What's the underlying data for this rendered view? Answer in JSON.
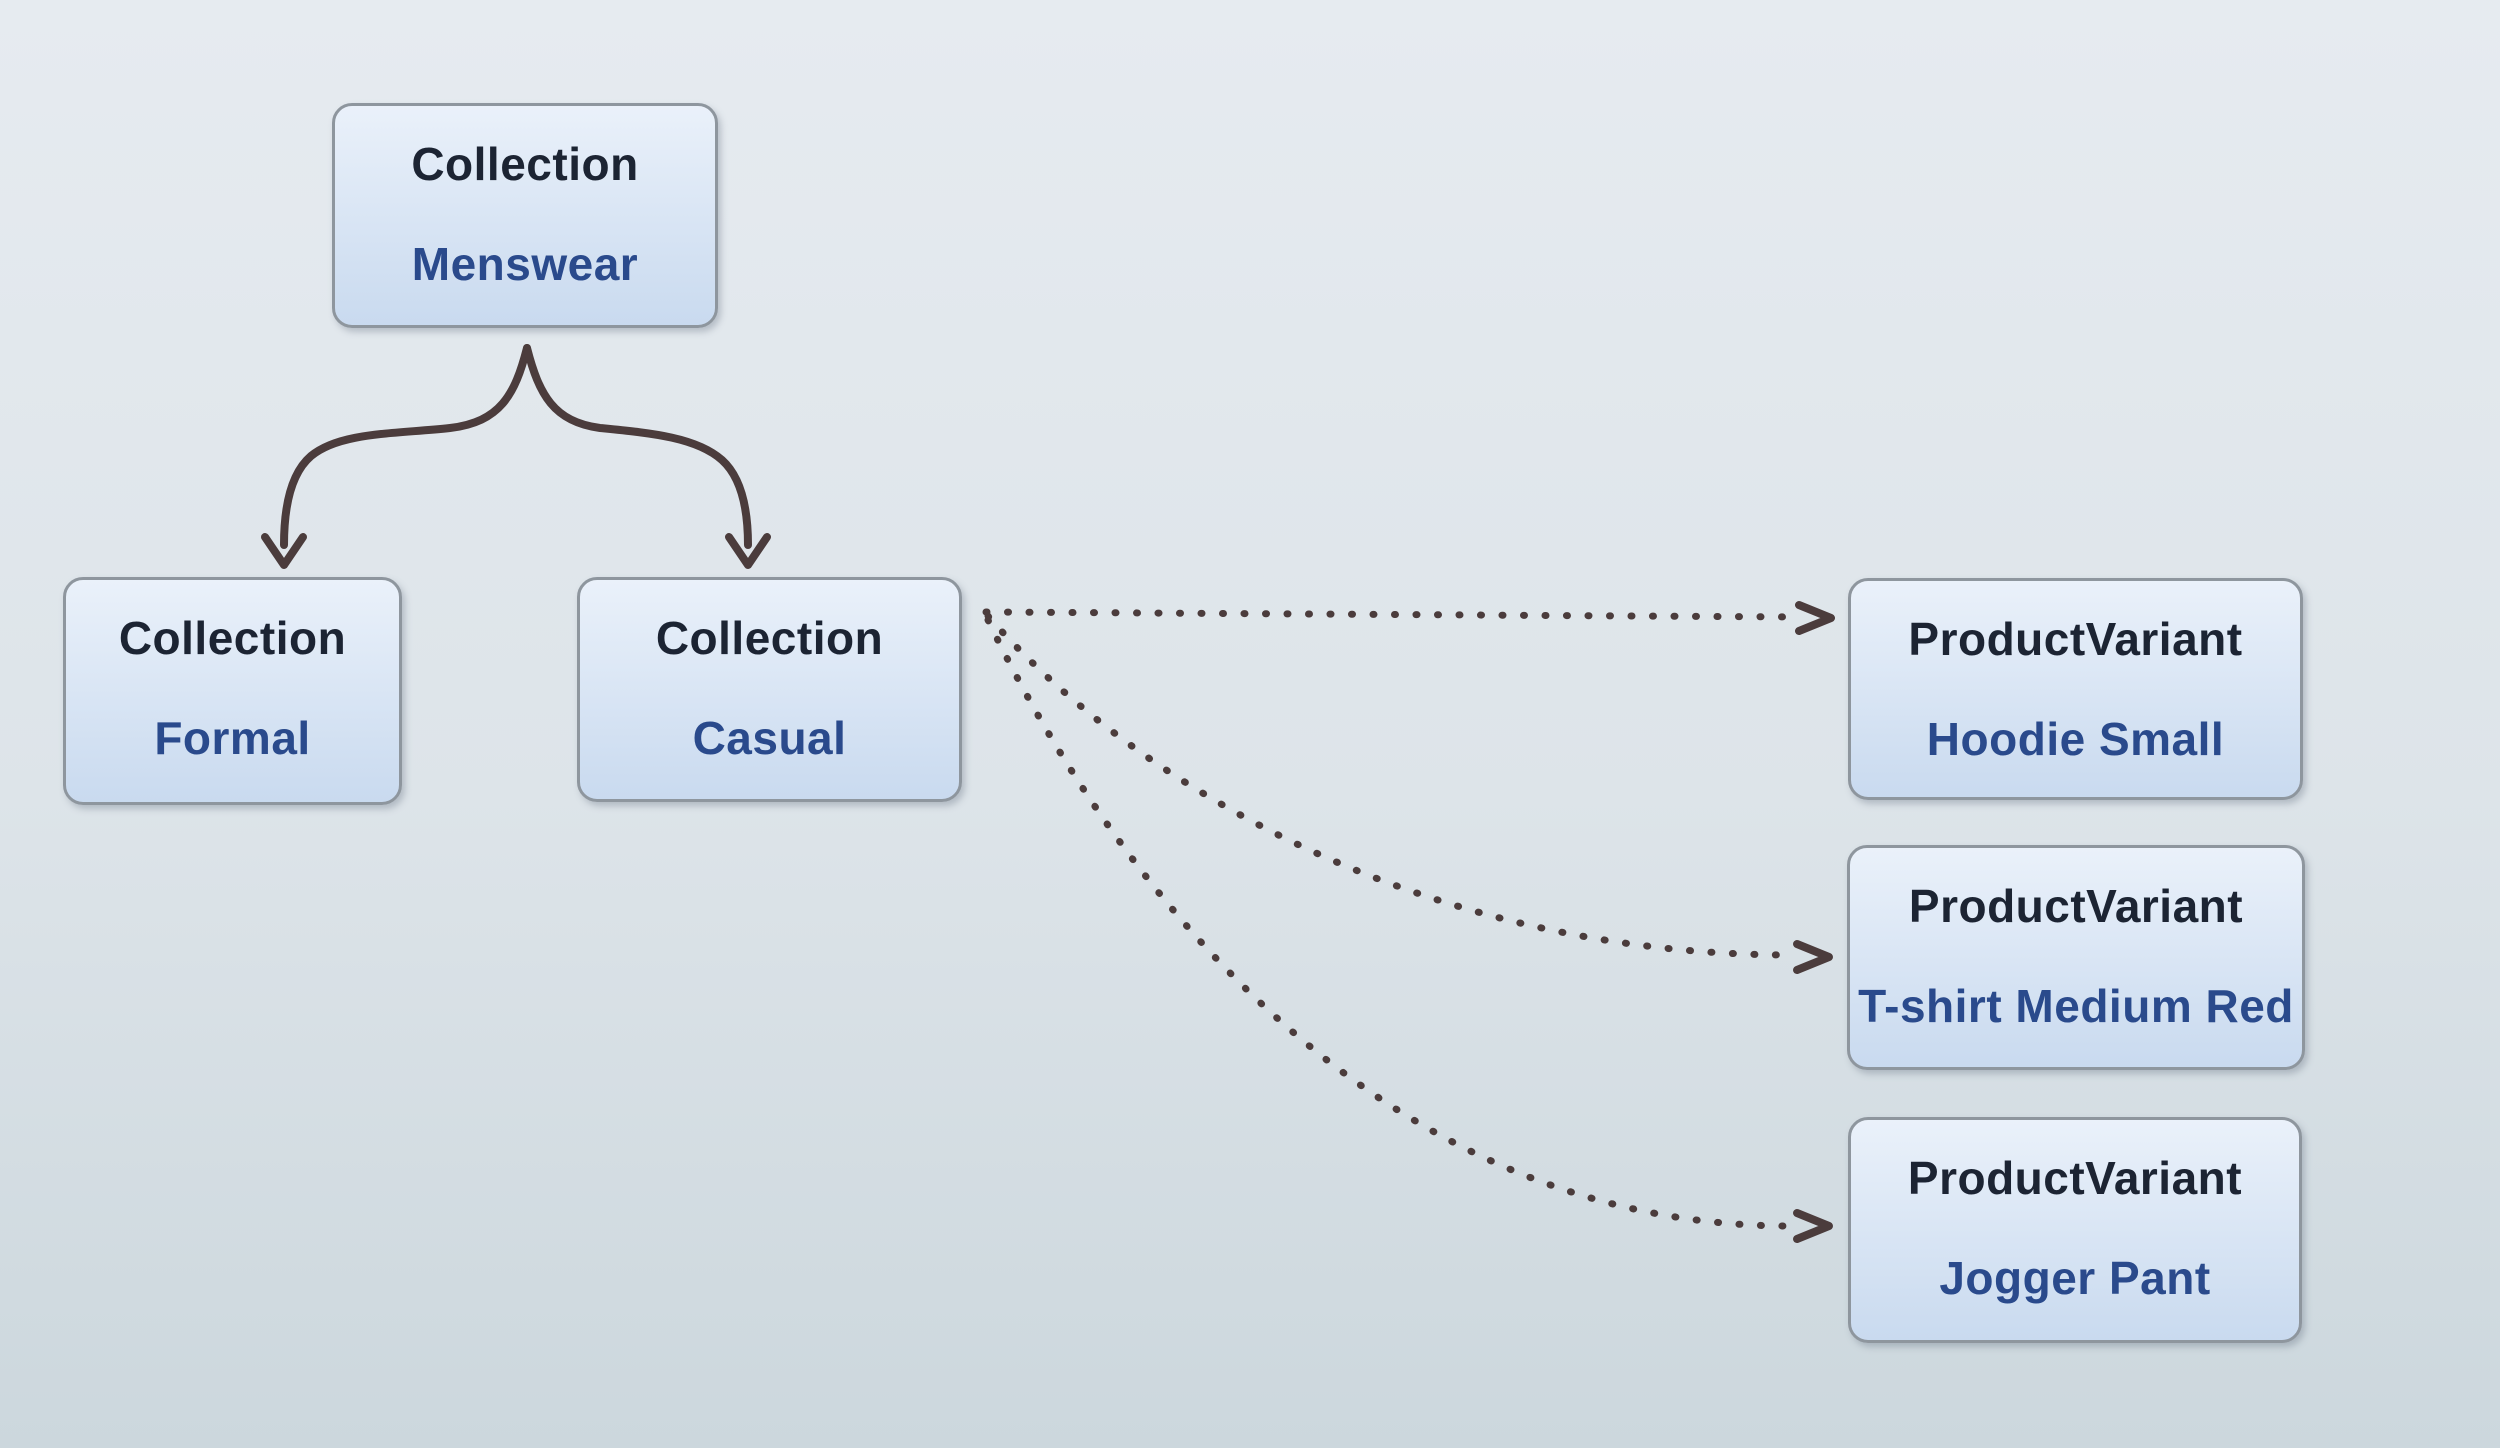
{
  "colors": {
    "bg-top": "#e6ebf0",
    "bg-bottom": "#ccd7dd",
    "node-fill-top": "#eaf1fa",
    "node-fill-bottom": "#c9daef",
    "node-border": "#8e969e",
    "type-color": "#1c2433",
    "name-color": "#2a4a8c",
    "arrow-color": "#4b3c3c"
  },
  "nodes": [
    {
      "id": "menswear",
      "type": "Collection",
      "name": "Menswear"
    },
    {
      "id": "formal",
      "type": "Collection",
      "name": "Formal"
    },
    {
      "id": "casual",
      "type": "Collection",
      "name": "Casual"
    },
    {
      "id": "hoodie",
      "type": "ProductVariant",
      "name": "Hoodie Small"
    },
    {
      "id": "tshirt",
      "type": "ProductVariant",
      "name": "T-shirt Medium Red"
    },
    {
      "id": "jogger",
      "type": "ProductVariant",
      "name": "Jogger Pant"
    }
  ],
  "edges": [
    {
      "from": "Menswear",
      "to": "Formal",
      "style": "solid"
    },
    {
      "from": "Menswear",
      "to": "Casual",
      "style": "solid"
    },
    {
      "from": "Casual",
      "to": "Hoodie Small",
      "style": "dotted"
    },
    {
      "from": "Casual",
      "to": "T-shirt Medium Red",
      "style": "dotted"
    },
    {
      "from": "Casual",
      "to": "Jogger Pant",
      "style": "dotted"
    }
  ]
}
